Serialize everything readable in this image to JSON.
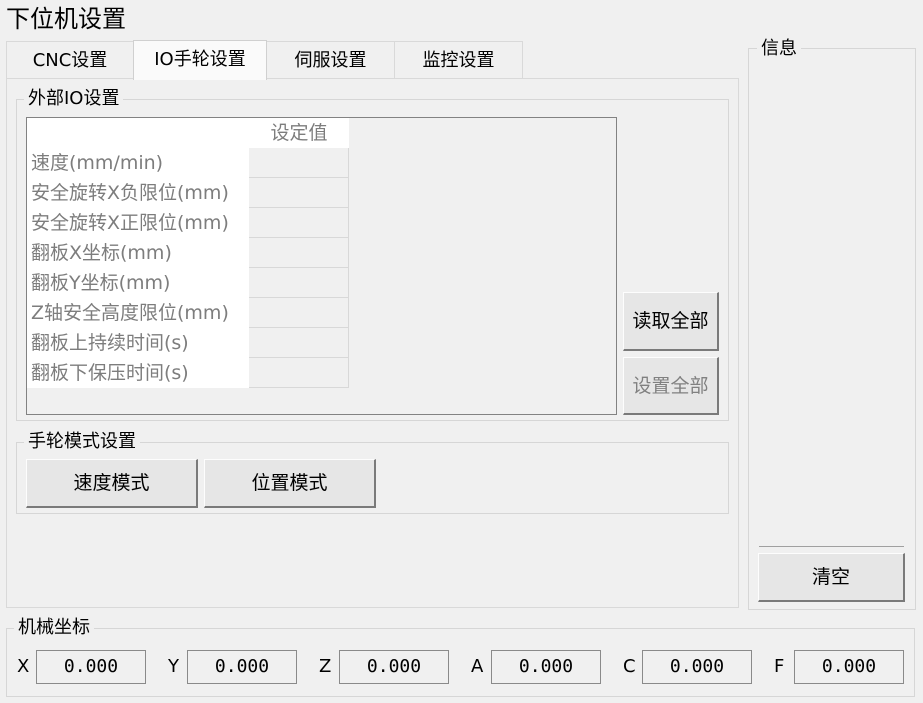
{
  "window": {
    "title": "下位机设置"
  },
  "tabs": [
    {
      "label": "CNC设置"
    },
    {
      "label": "IO手轮设置"
    },
    {
      "label": "伺服设置"
    },
    {
      "label": "监控设置"
    }
  ],
  "external_io": {
    "title": "外部IO设置",
    "column_header": "设定值",
    "rows": [
      {
        "label": "速度(mm/min)",
        "value": ""
      },
      {
        "label": "安全旋转X负限位(mm)",
        "value": ""
      },
      {
        "label": "安全旋转X正限位(mm)",
        "value": ""
      },
      {
        "label": "翻板X坐标(mm)",
        "value": ""
      },
      {
        "label": "翻板Y坐标(mm)",
        "value": ""
      },
      {
        "label": "Z轴安全高度限位(mm)",
        "value": ""
      },
      {
        "label": "翻板上持续时间(s)",
        "value": ""
      },
      {
        "label": "翻板下保压时间(s)",
        "value": ""
      }
    ],
    "read_all_label": "读取全部",
    "set_all_label": "设置全部"
  },
  "handwheel": {
    "title": "手轮模式设置",
    "speed_mode_label": "速度模式",
    "position_mode_label": "位置模式"
  },
  "info": {
    "title": "信息",
    "clear_label": "清空"
  },
  "coords": {
    "title": "机械坐标",
    "axes": [
      {
        "label": "X",
        "value": "0.000"
      },
      {
        "label": "Y",
        "value": "0.000"
      },
      {
        "label": "Z",
        "value": "0.000"
      },
      {
        "label": "A",
        "value": "0.000"
      },
      {
        "label": "C",
        "value": "0.000"
      },
      {
        "label": "F",
        "value": "0.000"
      }
    ]
  }
}
